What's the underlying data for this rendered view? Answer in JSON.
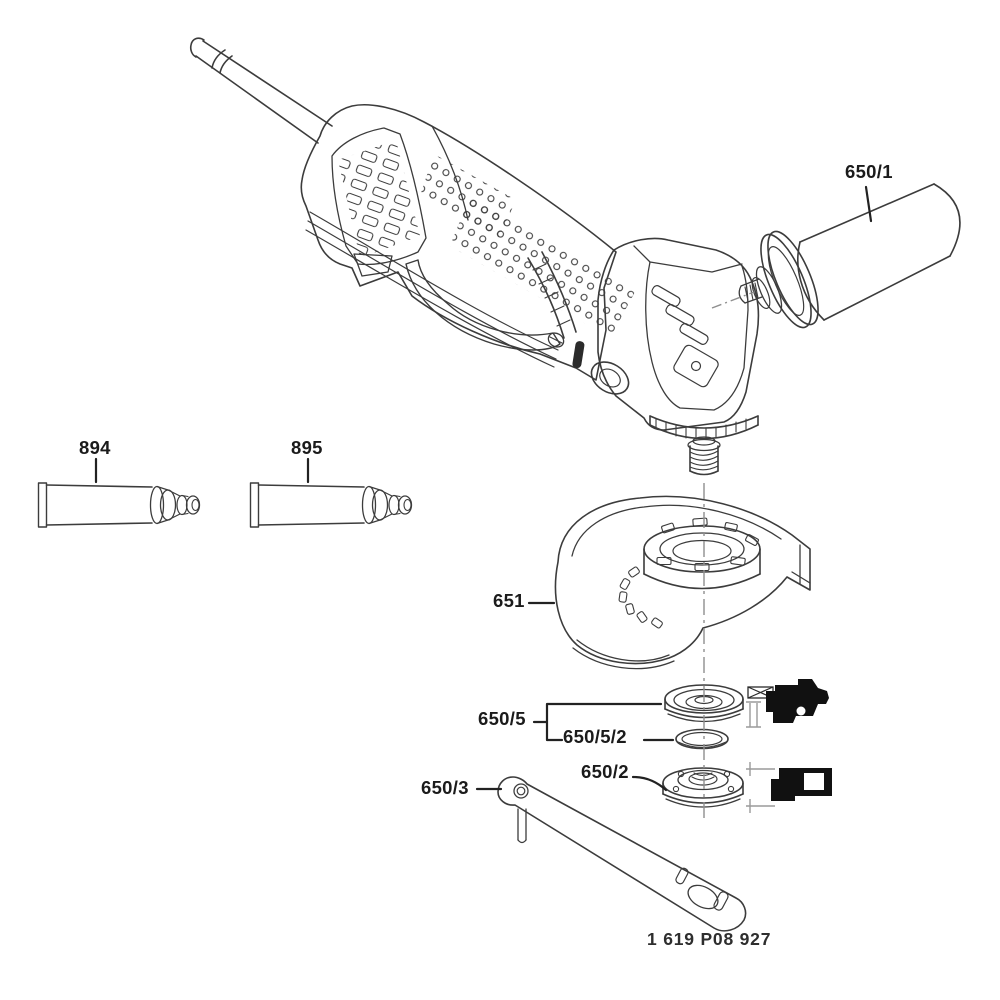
{
  "diagram": {
    "type": "exploded-parts-diagram",
    "subject": "angle-grinder",
    "document_number": "1 619 P08 927",
    "labels": [
      {
        "id": "650/1",
        "part": "auxiliary-side-handle"
      },
      {
        "id": "894",
        "part": "cable-sleeve"
      },
      {
        "id": "895",
        "part": "cable-sleeve"
      },
      {
        "id": "651",
        "part": "protective-wheel-guard"
      },
      {
        "id": "650/5",
        "part": "mounting-flange-set"
      },
      {
        "id": "650/5/2",
        "part": "o-ring"
      },
      {
        "id": "650/2",
        "part": "clamping-nut"
      },
      {
        "id": "650/3",
        "part": "two-pin-spanner"
      }
    ],
    "pictograms": [
      {
        "name": "flange-mounting-pictogram"
      },
      {
        "name": "nut-mounting-pictogram"
      }
    ],
    "colors": {
      "background": "#ffffff",
      "line_art": "#3c3c3c",
      "label_text": "#1b1b1b",
      "leader_line": "#222222",
      "centerline": "#8f8f8f",
      "pictogram_fill": "#111111"
    }
  }
}
